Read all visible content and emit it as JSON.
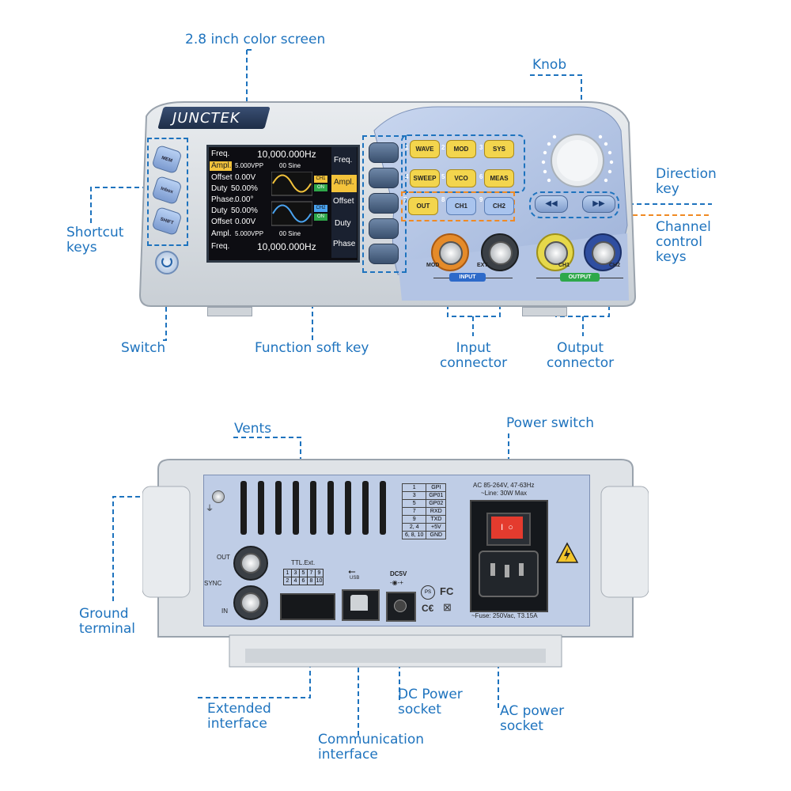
{
  "colors": {
    "accent": "#1e73be",
    "orange": "#f08a24",
    "panel_blue": "#b9c9e6",
    "device_gray": "#d5dade"
  },
  "front": {
    "brand": "JUNCTEK",
    "screen": {
      "rows": [
        {
          "label": "Freq.",
          "value": "10,000.000Hz"
        },
        {
          "label": "Ampl.",
          "value": "5.000VPP",
          "extra": "00 Sine"
        },
        {
          "label": "Offset",
          "value": "0.00V"
        },
        {
          "label": "Duty",
          "value": "50.00%"
        },
        {
          "label": "Phase.",
          "value": "0.00°"
        },
        {
          "label": "Duty",
          "value": "50.00%"
        },
        {
          "label": "Offset",
          "value": "0.00V"
        },
        {
          "label": "Ampl.",
          "value": "5.000VPP",
          "extra": "00 Sine"
        },
        {
          "label": "Freq.",
          "value": "10,000.000Hz"
        }
      ],
      "ch1_badge": "CH1",
      "ch2_badge": "CH2",
      "on_badge": "ON",
      "menu": [
        "Freq.",
        "Ampl.",
        "Offset",
        "Duty",
        "Phase"
      ]
    },
    "side_keys": [
      "MEM",
      "Inbox",
      "SHIFT"
    ],
    "keys": [
      {
        "num": "1",
        "label": "WAVE"
      },
      {
        "num": "2",
        "label": "MOD"
      },
      {
        "num": "3",
        "label": "SYS"
      },
      {
        "num": "4",
        "label": "SWEEP"
      },
      {
        "num": "5",
        "label": "VCO"
      },
      {
        "num": "6",
        "label": "MEAS"
      },
      {
        "num": "7",
        "label": "OUT"
      },
      {
        "num": "8",
        "label": "CH1"
      },
      {
        "num": "9",
        "label": "CH2"
      }
    ],
    "connectors": {
      "mod": "MOD",
      "ext": "EXT",
      "ch1": "CH1",
      "ch2": "CH2",
      "input": "INPUT",
      "output": "OUTPUT"
    }
  },
  "callouts": {
    "screen": "2.8 inch color screen",
    "knob": "Knob",
    "direction_l1": "Direction",
    "direction_l2": "key",
    "channel_l1": "Channel",
    "channel_l2": "control",
    "channel_l3": "keys",
    "shortcut_l1": "Shortcut",
    "shortcut_l2": "keys",
    "switch": "Switch",
    "function_soft_key": "Function soft key",
    "input_l1": "Input",
    "input_l2": "connector",
    "output_l1": "Output",
    "output_l2": "connector",
    "vents": "Vents",
    "power_switch": "Power switch",
    "ground_l1": "Ground",
    "ground_l2": "terminal",
    "extended_l1": "Extended",
    "extended_l2": "interface",
    "comm_l1": "Communication",
    "comm_l2": "interface",
    "dc_l1": "DC Power",
    "dc_l2": "socket",
    "ac_l1": "AC power",
    "ac_l2": "socket"
  },
  "rear": {
    "pins": [
      [
        "1",
        "GPI"
      ],
      [
        "3",
        "GP01"
      ],
      [
        "5",
        "GP02"
      ],
      [
        "7",
        "RXD"
      ],
      [
        "9",
        "TXD"
      ],
      [
        "2, 4",
        "+5V"
      ],
      [
        "6, 8, 10",
        "GND"
      ]
    ],
    "ac_spec_l1": "AC  85-264V, 47-63Hz",
    "ac_spec_l2": "~Line: 30W Max",
    "fuse": "~Fuse: 250Vac, T3.15A",
    "ttl": "TTL.Ext.",
    "ttl_odd": [
      "1",
      "3",
      "5",
      "7",
      "9"
    ],
    "ttl_even": [
      "2",
      "4",
      "6",
      "8",
      "10"
    ],
    "out": "OUT",
    "sync": "SYNC",
    "in": "IN",
    "usb": "USB",
    "dc": "DC5V"
  }
}
